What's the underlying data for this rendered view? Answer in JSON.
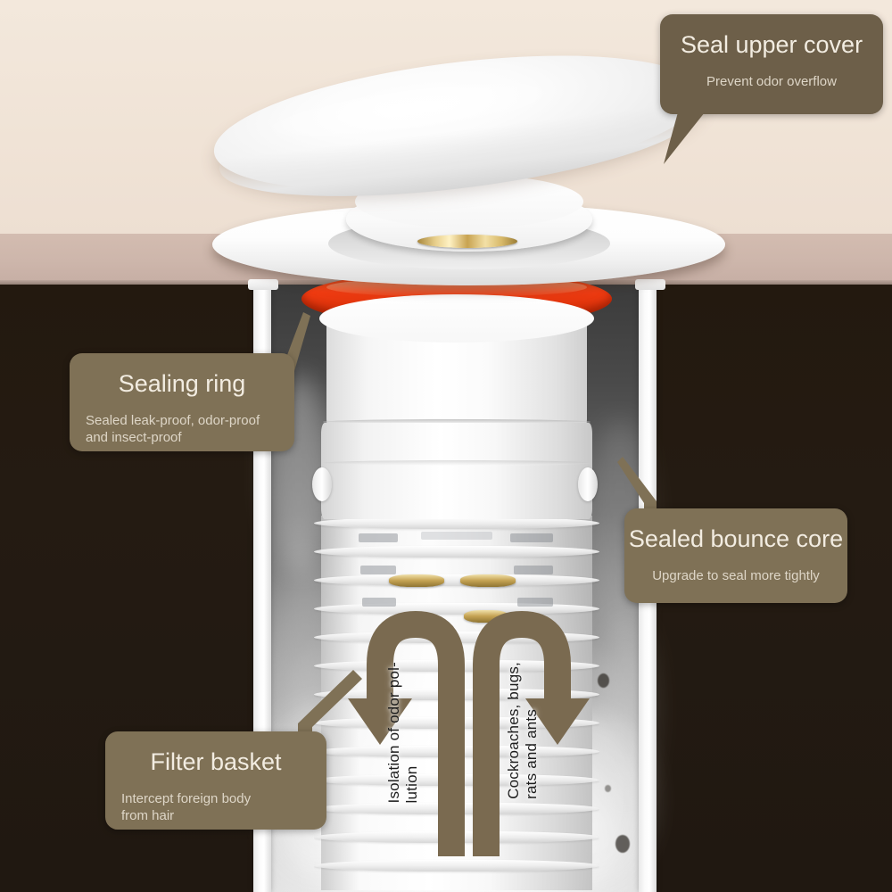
{
  "meta": {
    "subject": "Anti-odor bounce drain core cut-away infographic",
    "palette": {
      "wall": "#f0e4d8",
      "floor": "#cdb6ab",
      "underground": "#231a11",
      "callout": "#6d5f49",
      "callout_light": "#7f7156",
      "seal_ring_red": "#f23c12",
      "brass": "#c5a354",
      "arrow": "#7a6a50",
      "title_text": "#f2ece1",
      "sub_text": "#ded6c7"
    }
  },
  "callouts": [
    {
      "id": "seal-upper-cover",
      "title": "Seal upper cover",
      "subtitle": "Prevent odor overflow"
    },
    {
      "id": "sealing-ring",
      "title": "Sealing ring",
      "subtitle": "Sealed leak-proof, odor-proof\nand insect-proof"
    },
    {
      "id": "sealed-bounce-core",
      "title": "Sealed bounce core",
      "subtitle": "Upgrade to seal more tightly"
    },
    {
      "id": "filter-basket",
      "title": "Filter basket",
      "subtitle": "Intercept foreign body\nfrom hair"
    }
  ],
  "arrow_labels": [
    {
      "id": "odor-pollution",
      "text": "Isolation of odor pol-\nlution"
    },
    {
      "id": "pests",
      "text": "Cockroaches, bugs,\nrats and ants"
    }
  ],
  "parts": [
    {
      "id": "upper-cover",
      "name": "Seal upper cover"
    },
    {
      "id": "flange",
      "name": "Drain flange"
    },
    {
      "id": "brass-ring",
      "name": "Brass ring"
    },
    {
      "id": "red-seal-ring",
      "name": "Red sealing ring"
    },
    {
      "id": "bounce-core-body",
      "name": "Sealed bounce core body"
    },
    {
      "id": "filter-basket-part",
      "name": "Filter basket"
    },
    {
      "id": "drain-pipe",
      "name": "Drain pipe cut-away"
    }
  ]
}
